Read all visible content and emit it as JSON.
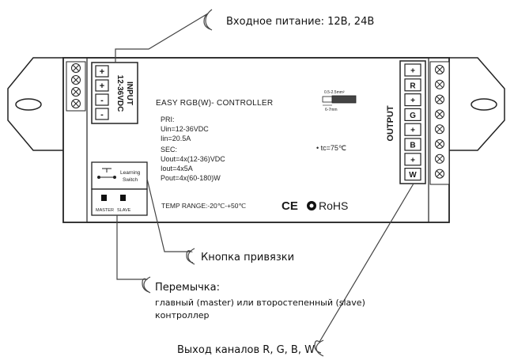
{
  "callouts": {
    "power": "Входное питание: 12В, 24В",
    "learn_button": "Кнопка привязки",
    "jumper_title": "Перемычка:",
    "jumper_line1": "главный (master) или второстепенный (slave)",
    "jumper_line2": "контроллер",
    "output": "Выход каналов R, G, B, W"
  },
  "device": {
    "title": "EASY RGB(W)- CONTROLLER",
    "input_label_1": "INPUT",
    "input_label_2": "12-36VDC",
    "input_terminals": [
      "+",
      "+",
      "-",
      "-"
    ],
    "output_label": "OUTPUT",
    "output_terminals": [
      "+",
      "R",
      "+",
      "G",
      "+",
      "B",
      "+",
      "W"
    ],
    "pri_heading": "PRI:",
    "pri_uin": "Uin=12-36VDC",
    "pri_iin": "Iin=20.5A",
    "sec_heading": "SEC:",
    "sec_uout": "Uout=4x(12-36)VDC",
    "sec_iout": "Iout=4x5A",
    "sec_pout": "Pout=4x(60-180)W",
    "tc": "• tc=75℃",
    "temp_range": "TEMP RANGE:-20℃-+50℃",
    "learning_1": "Learning",
    "learning_2": "Switch",
    "master": "MASTER",
    "slave": "SLAVE",
    "wire_gauge": "0.5-2.5mm²",
    "strip_length": "6-7mm",
    "cert_ce": "CE",
    "cert_rohs": "RoHS"
  }
}
